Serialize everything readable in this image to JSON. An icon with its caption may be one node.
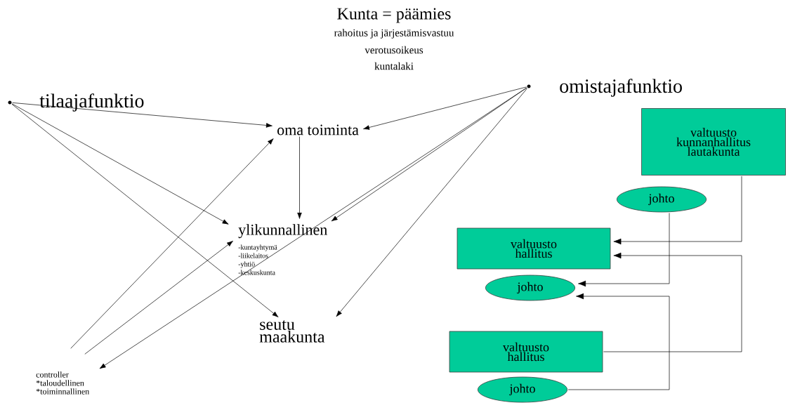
{
  "diagram": {
    "title": "Kunta = päämies",
    "nodes": [
      {
        "text": [],
        "shape": "circle",
        "beside": [
          "tilaajafunktio"
        ]
      },
      {
        "text": [],
        "shape": "circle"
      },
      {
        "text": [
          "oma toiminta"
        ]
      },
      {
        "text": [
          "ylikunnallinen",
          "-kuntayhtymä -liikelaitos -yhtiö -keskuskunta"
        ]
      },
      {
        "text": [
          "seutu maakunta"
        ]
      },
      {
        "text": [
          "controller *taloudellinen *toiminnallinen"
        ]
      },
      {
        "text": [
          "valtuusto kunnanhallitus lautakunta"
        ]
      },
      {
        "text": [
          "johto"
        ]
      },
      {
        "text": [
          "valtuusto hallitus"
        ]
      },
      {
        "text": [
          "johto"
        ]
      },
      {
        "text": [
          "valtuusto hallitus"
        ]
      },
      {
        "text": [
          "johto"
        ]
      }
    ],
    "edges": [
      {
        "from": 0,
        "to": 2,
        "arrow": "to"
      },
      {
        "from": 0,
        "to": 3,
        "arrow": "to"
      },
      {
        "from": 0,
        "to": 4,
        "arrow": "to"
      },
      {
        "from": 1,
        "to": 2,
        "arrow": "to"
      },
      {
        "from": 1,
        "to": 3,
        "arrow": "to"
      },
      {
        "from": 1,
        "to": 4,
        "arrow": "to"
      },
      {
        "from": 1,
        "to": 5,
        "arrow": "to"
      },
      {
        "from": 2,
        "to": 3,
        "arrow": "to"
      },
      {
        "from": 5,
        "to": 2,
        "arrow": "to"
      },
      {
        "from": 5,
        "to": 3,
        "arrow": "to"
      },
      {
        "from": 6,
        "to": 8,
        "arrow": "to"
      },
      {
        "from": 10,
        "to": 8,
        "arrow": "to"
      },
      {
        "from": 7,
        "to": 9,
        "arrow": "to"
      },
      {
        "from": 11,
        "to": 9,
        "arrow": "to"
      }
    ],
    "labels": [
      "rahoitus ja järjestämisvastuu",
      "verotusoikeus",
      "kuntalaki",
      "omistajafunktio"
    ]
  }
}
